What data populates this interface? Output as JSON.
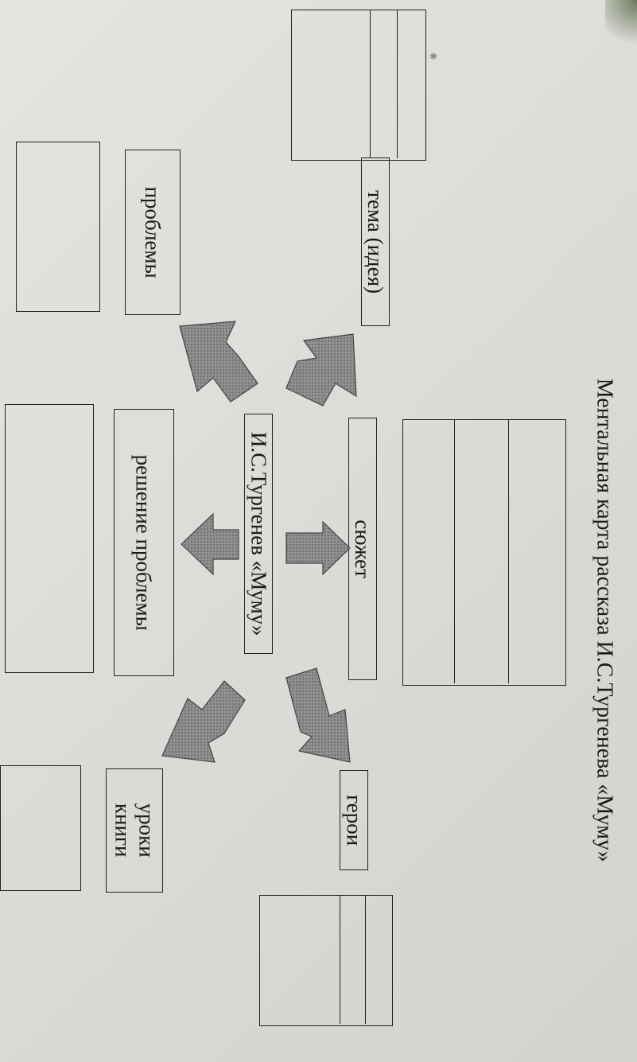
{
  "title": "Ментальная карта рассказа И.С.Тургенева «Муму»",
  "center": "И.С.Тургенев «Муму»",
  "nodes": {
    "theme": "тема (идея)",
    "plot": "сюжет",
    "heroes": "герои",
    "problems": "проблемы",
    "solution": "решение проблемы",
    "lessons_line1": "уроки",
    "lessons_line2": "книги"
  },
  "colors": {
    "paper": "#dcdcd8",
    "ink": "#222222",
    "arrow": "#7a7a7a"
  }
}
